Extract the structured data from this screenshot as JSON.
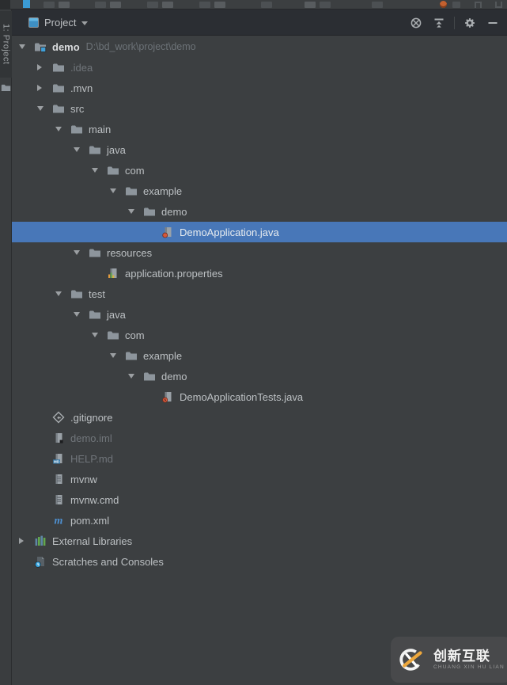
{
  "header": {
    "title": "Project",
    "action_icons": [
      "locate",
      "collapse-all",
      "settings",
      "hide-minimize"
    ]
  },
  "stripe": {
    "tab_label": "1: Project"
  },
  "tree": {
    "rows": [
      {
        "depth": 0,
        "state": "expanded",
        "icon": "folder-project",
        "label": "demo",
        "bold": true,
        "sublabel": "D:\\bd_work\\project\\demo"
      },
      {
        "depth": 1,
        "state": "collapsed",
        "icon": "folder",
        "label": ".idea",
        "dim": true
      },
      {
        "depth": 1,
        "state": "collapsed",
        "icon": "folder",
        "label": ".mvn"
      },
      {
        "depth": 1,
        "state": "expanded",
        "icon": "folder",
        "label": "src"
      },
      {
        "depth": 2,
        "state": "expanded",
        "icon": "folder",
        "label": "main"
      },
      {
        "depth": 3,
        "state": "expanded",
        "icon": "folder",
        "label": "java"
      },
      {
        "depth": 4,
        "state": "expanded",
        "icon": "folder",
        "label": "com"
      },
      {
        "depth": 5,
        "state": "expanded",
        "icon": "folder",
        "label": "example"
      },
      {
        "depth": 6,
        "state": "expanded",
        "icon": "folder",
        "label": "demo"
      },
      {
        "depth": 7,
        "state": "none",
        "icon": "class",
        "label": "DemoApplication.java",
        "selected": true
      },
      {
        "depth": 3,
        "state": "expanded",
        "icon": "folder",
        "label": "resources"
      },
      {
        "depth": 4,
        "state": "none",
        "icon": "properties",
        "label": "application.properties"
      },
      {
        "depth": 2,
        "state": "expanded",
        "icon": "folder",
        "label": "test"
      },
      {
        "depth": 3,
        "state": "expanded",
        "icon": "folder",
        "label": "java"
      },
      {
        "depth": 4,
        "state": "expanded",
        "icon": "folder",
        "label": "com"
      },
      {
        "depth": 5,
        "state": "expanded",
        "icon": "folder",
        "label": "example"
      },
      {
        "depth": 6,
        "state": "expanded",
        "icon": "folder",
        "label": "demo"
      },
      {
        "depth": 7,
        "state": "none",
        "icon": "test-class",
        "label": "DemoApplicationTests.java"
      },
      {
        "depth": 1,
        "state": "none",
        "icon": "gitignore",
        "label": ".gitignore"
      },
      {
        "depth": 1,
        "state": "none",
        "icon": "iml",
        "label": "demo.iml",
        "dim": true
      },
      {
        "depth": 1,
        "state": "none",
        "icon": "markdown",
        "label": "HELP.md",
        "dim": true
      },
      {
        "depth": 1,
        "state": "none",
        "icon": "text",
        "label": "mvnw"
      },
      {
        "depth": 1,
        "state": "none",
        "icon": "text",
        "label": "mvnw.cmd"
      },
      {
        "depth": 1,
        "state": "none",
        "icon": "maven",
        "label": "pom.xml"
      },
      {
        "depth": 0,
        "state": "collapsed",
        "icon": "libraries",
        "label": "External Libraries"
      },
      {
        "depth": 0,
        "state": "none",
        "icon": "scratches",
        "label": "Scratches and Consoles"
      }
    ]
  },
  "watermark": {
    "brand": "创新互联",
    "brand_sub": "CHUANG XIN HU LIAN"
  },
  "colors": {
    "panel_bg": "#3c3f41",
    "header_bg": "#2b2e33",
    "selection_blue": "#4877b8",
    "accent_blue": "#40a0d8",
    "folder_gray": "#8d959c",
    "maven_blue": "#4e90d1",
    "class_red": "#d4583c",
    "brand_gold": "#eda73c"
  }
}
